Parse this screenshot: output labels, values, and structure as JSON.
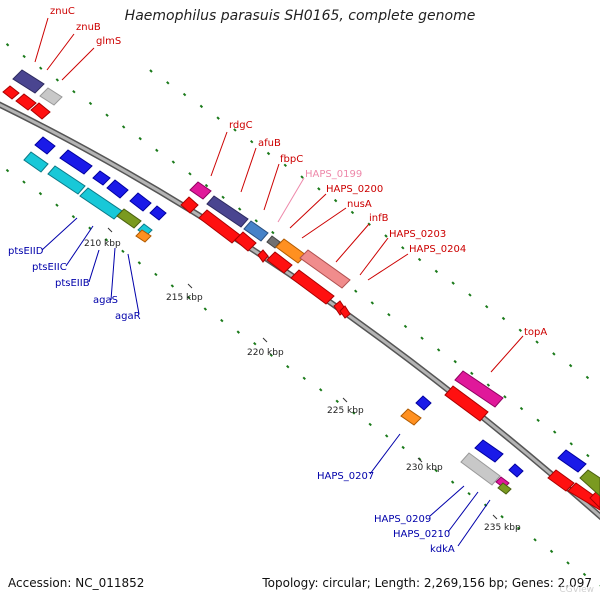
{
  "title": "Haemophilus parasuis SH0165, complete genome",
  "footer": {
    "accession": "Accession: NC_011852",
    "topology": "Topology: circular; Length: 2,269,156 bp; Genes: 2,097"
  },
  "watermark": "CGView",
  "scale_labels": [
    "210 kbp",
    "215 kbp",
    "220 kbp",
    "225 kbp",
    "230 kbp",
    "235 kbp"
  ],
  "colors": {
    "backbone": "#8c8c8c",
    "forward_label": "#cc0000",
    "reverse_label": "#0000aa",
    "pseudogene_label": "#ee88aa",
    "dots": "#1a7a1a"
  },
  "forward_labels": [
    "znuC",
    "znuB",
    "glmS",
    "rdgC",
    "afuB",
    "fbpC",
    "HAPS_0199",
    "HAPS_0200",
    "nusA",
    "infB",
    "HAPS_0203",
    "HAPS_0204",
    "topA"
  ],
  "reverse_labels": [
    "ptsEIID",
    "ptsEIIC",
    "ptsEIIB",
    "agaS",
    "agaR",
    "HAPS_0207",
    "HAPS_0209",
    "HAPS_0210",
    "kdkA"
  ]
}
